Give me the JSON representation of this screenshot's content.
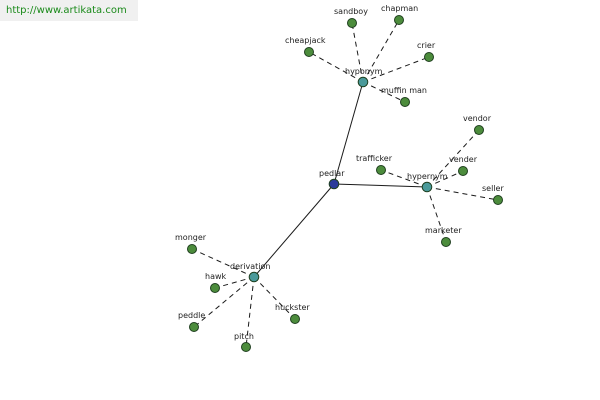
{
  "banner": {
    "url": "http://www.artikata.com"
  },
  "colors": {
    "leaf_node": "#4c8c3c",
    "hub_node": "#4a9a9a",
    "center_node": "#2a3a9a",
    "node_stroke": "#1f3f1f",
    "edge_solid": "#1a1a1a",
    "edge_dashed": "#1a1a1a"
  },
  "graph": {
    "center": {
      "id": "pedlar",
      "label": "pedlar"
    },
    "hubs": [
      {
        "id": "hyponym",
        "label": "hyponym"
      },
      {
        "id": "hypernym",
        "label": "hypernym"
      },
      {
        "id": "derivation",
        "label": "derivation"
      }
    ],
    "leaves": [
      {
        "id": "sandboy",
        "label": "sandboy",
        "hub": "hyponym"
      },
      {
        "id": "chapman",
        "label": "chapman",
        "hub": "hyponym"
      },
      {
        "id": "cheapjack",
        "label": "cheapjack",
        "hub": "hyponym"
      },
      {
        "id": "crier",
        "label": "crier",
        "hub": "hyponym"
      },
      {
        "id": "muffin-man",
        "label": "muffin man",
        "hub": "hyponym"
      },
      {
        "id": "vendor",
        "label": "vendor",
        "hub": "hypernym"
      },
      {
        "id": "vender",
        "label": "vender",
        "hub": "hypernym"
      },
      {
        "id": "trafficker",
        "label": "trafficker",
        "hub": "hypernym"
      },
      {
        "id": "seller",
        "label": "seller",
        "hub": "hypernym"
      },
      {
        "id": "marketer",
        "label": "marketer",
        "hub": "hypernym"
      },
      {
        "id": "monger",
        "label": "monger",
        "hub": "derivation"
      },
      {
        "id": "hawk",
        "label": "hawk",
        "hub": "derivation"
      },
      {
        "id": "huckster",
        "label": "huckster",
        "hub": "derivation"
      },
      {
        "id": "peddle",
        "label": "peddle",
        "hub": "derivation"
      },
      {
        "id": "pitch",
        "label": "pitch",
        "hub": "derivation"
      }
    ]
  }
}
